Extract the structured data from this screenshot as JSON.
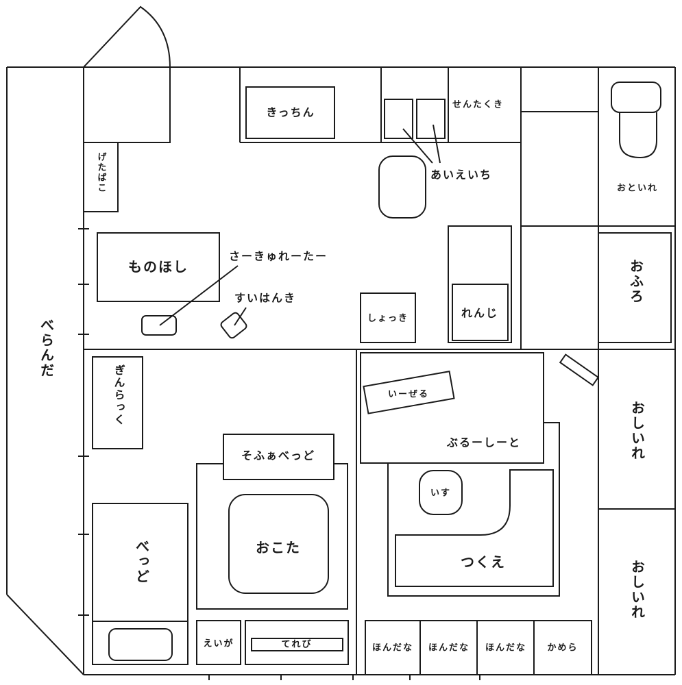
{
  "colors": {
    "line": "#1a1a1a",
    "background": "#ffffff"
  },
  "labels": {
    "veranda": "べらんだ",
    "getabako": "げたばこ",
    "kitchen": "きっちん",
    "washer": "せんたくき",
    "ih": "あいえいち",
    "toilet": "おといれ",
    "bath": "おふろ",
    "drying": "ものほし",
    "circulator": "さーきゅれーたー",
    "vacuum": "すいはんき",
    "dishes": "しょっき",
    "microwave": "れんじ",
    "ginrack": "ぎんらっく",
    "easel": "いーぜる",
    "bluesheet": "ぶるーしーと",
    "closet1": "おしいれ",
    "closet2": "おしいれ",
    "sofabed": "そふぁべっど",
    "chair": "いす",
    "kotatsu": "おこた",
    "desk": "つくえ",
    "bed": "べっど",
    "movie": "えいが",
    "tv": "てれび",
    "shelf1": "ほんだな",
    "shelf2": "ほんだな",
    "shelf3": "ほんだな",
    "camera": "かめら"
  }
}
